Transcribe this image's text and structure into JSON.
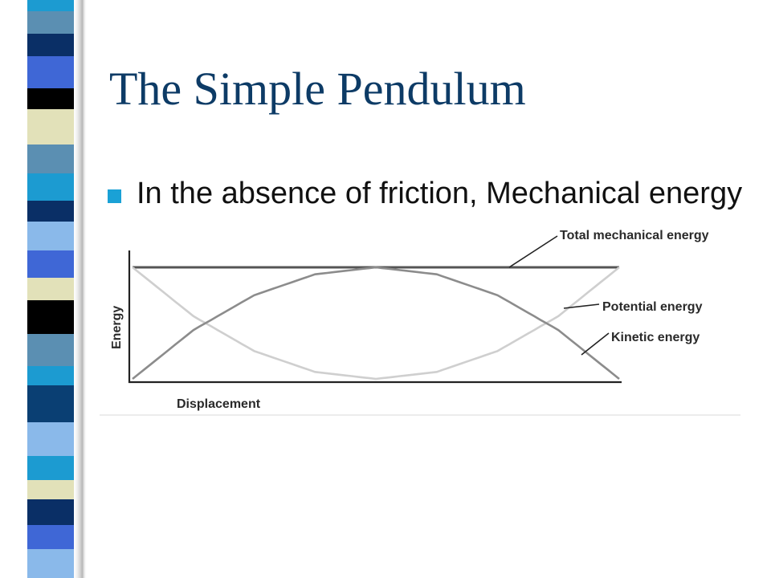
{
  "slide": {
    "title": "The Simple Pendulum",
    "bullets": [
      "In the absence of friction, Mechanical energy is conserved"
    ]
  },
  "theme": {
    "title_color": "#0d3b66",
    "bullet_color": "#1aa1d6",
    "strip_colors": [
      "#1c9bd1",
      "#0a2f66",
      "#3f67d6",
      "#000000",
      "#e2e1b9",
      "#5b8fb2",
      "#8ab9ea",
      "#0a3f73"
    ]
  },
  "chart_data": {
    "type": "line",
    "xlabel": "Displacement",
    "ylabel": "Energy",
    "x": [
      -1,
      -0.75,
      -0.5,
      -0.25,
      0,
      0.25,
      0.5,
      0.75,
      1
    ],
    "xlim": [
      -1,
      1
    ],
    "ylim": [
      0,
      1
    ],
    "series": [
      {
        "name": "Total mechanical energy",
        "values": [
          1,
          1,
          1,
          1,
          1,
          1,
          1,
          1,
          1
        ],
        "color": "#555555"
      },
      {
        "name": "Potential energy",
        "values": [
          1,
          0.5625,
          0.25,
          0.0625,
          0,
          0.0625,
          0.25,
          0.5625,
          1
        ],
        "color": "#cfcfcf"
      },
      {
        "name": "Kinetic energy",
        "values": [
          0,
          0.4375,
          0.75,
          0.9375,
          1,
          0.9375,
          0.75,
          0.4375,
          0
        ],
        "color": "#8c8c8c"
      }
    ]
  }
}
